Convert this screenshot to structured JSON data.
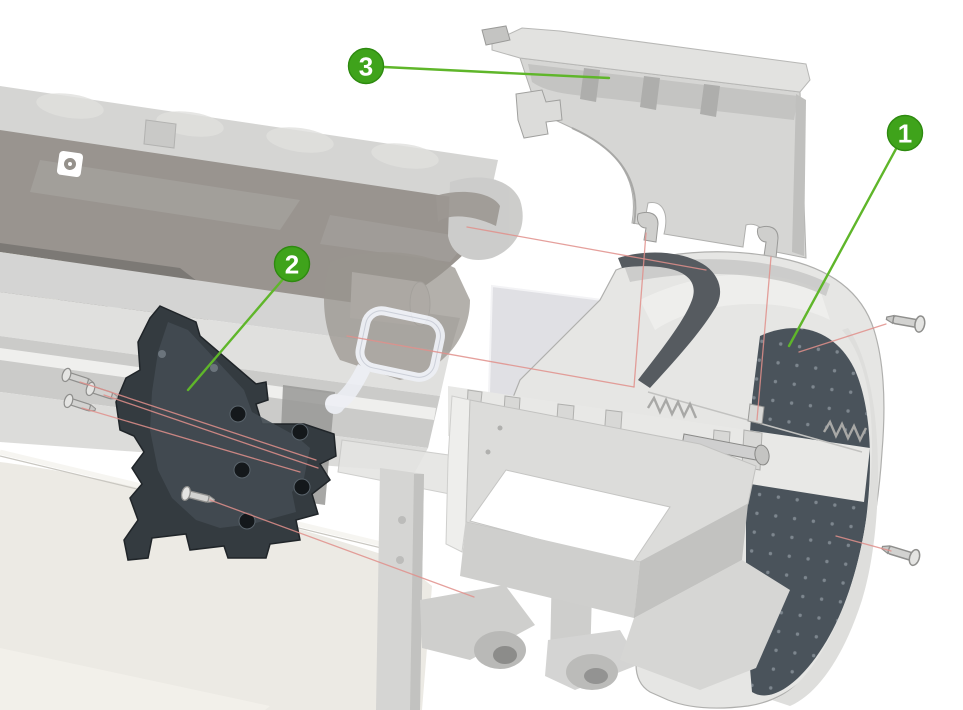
{
  "figure": {
    "kind": "exploded-view-diagram",
    "background": "#ffffff",
    "callouts": [
      {
        "label": "1"
      },
      {
        "label": "2"
      },
      {
        "label": "3"
      }
    ],
    "colors": {
      "callout_fill": "#3fa31b",
      "callout_ring": "#2e8a10",
      "callout_text": "#ffffff",
      "leader_line": "#5fb62a",
      "alignment_line": "#e08f8b"
    },
    "screw_count": 6
  }
}
